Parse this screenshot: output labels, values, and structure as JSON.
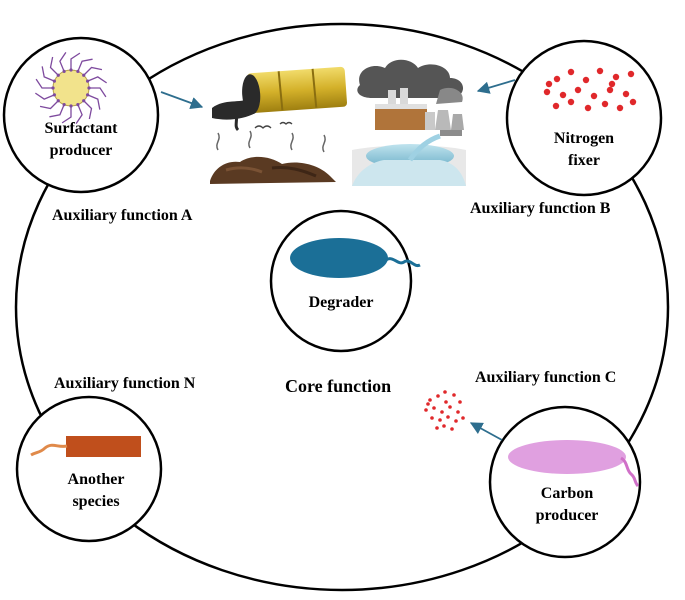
{
  "nodes": {
    "surfactant": {
      "line1": "Surfactant",
      "line2": "producer"
    },
    "nitrogen": {
      "line1": "Nitrogen",
      "line2": "fixer"
    },
    "degrader": {
      "label": "Degrader"
    },
    "another": {
      "line1": "Another",
      "line2": "species"
    },
    "carbon": {
      "line1": "Carbon",
      "line2": "producer"
    }
  },
  "labels": {
    "aux_a": "Auxiliary function A",
    "aux_b": "Auxiliary function B",
    "aux_c": "Auxiliary function C",
    "aux_n": "Auxiliary function N",
    "core": "Core function"
  },
  "colors": {
    "surfactant_core": "#F2E38C",
    "surfactant_tails": "#7E4A9E",
    "nitrogen_dots": "#E0282B",
    "degrader_body": "#1B6F97",
    "another_body": "#C04F1C",
    "another_flagellum": "#E08A4A",
    "carbon_body": "#E0A0E0",
    "carbon_flagellum": "#D070C8",
    "carbon_dots": "#E0282B",
    "arrow": "#2E6E8E",
    "barrel": "#D4B12A",
    "oil": "#2A2A2A",
    "smoke": "#555555",
    "factory": "#B0743A",
    "soil": "#5A3A22",
    "water": "#8EC6DA"
  },
  "icons": {
    "pollution_barrel": "oil-barrel-spill-icon",
    "pollution_factory": "factory-smoke-icon",
    "pollution_soil": "contaminated-soil-icon",
    "pollution_water": "wastewater-pipe-icon"
  }
}
